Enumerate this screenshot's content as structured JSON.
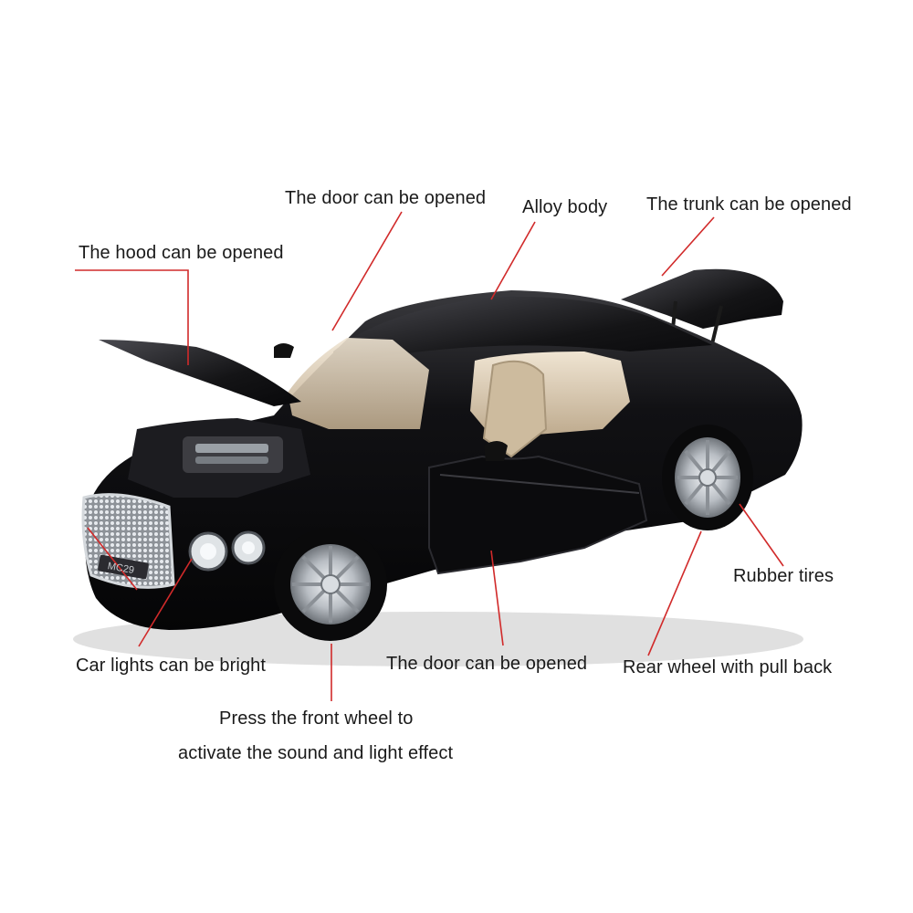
{
  "labels": {
    "door_top": "The door can be opened",
    "alloy_body": "Alloy body",
    "trunk": "The trunk can be opened",
    "hood": "The hood can be opened",
    "rubber_tires": "Rubber tires",
    "car_lights": "Car lights can be bright",
    "door_bottom": "The door can be opened",
    "rear_wheel": "Rear wheel with pull back",
    "front_wheel_line1": "Press the front wheel to",
    "front_wheel_line2": "activate the sound and light effect"
  },
  "colors": {
    "car_body": "#0c0c0e",
    "interior": "#d9c9b0",
    "chrome": "#c8ccd0",
    "callout_line": "#d12a2a",
    "text": "#1a1a1a",
    "background": "#ffffff"
  },
  "plate_text": "MC29"
}
